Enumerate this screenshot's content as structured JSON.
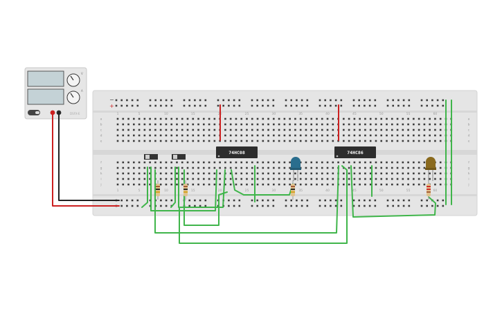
{
  "canvas": {
    "background": "#ffffff"
  },
  "power_supply": {
    "body_color": "#e6e6e6",
    "screen_color": "#c4d2d6",
    "knob_labels": [
      "V",
      "A"
    ],
    "model_text": "DSFX-E",
    "terminal_pos_color": "#cc1f1f",
    "terminal_neg_color": "#2a2a2a"
  },
  "breadboard": {
    "body_color": "#e5e5e5",
    "rail_plus": "+",
    "rail_minus": "−",
    "column_numbers": [
      "1",
      "5",
      "10",
      "15",
      "20",
      "25",
      "30",
      "35",
      "40",
      "45",
      "50",
      "55",
      "60"
    ],
    "row_letters_top": [
      "a",
      "b",
      "c",
      "d",
      "e"
    ],
    "row_letters_bottom": [
      "f",
      "g",
      "h",
      "i",
      "j"
    ]
  },
  "chips": [
    {
      "label": "74HC08"
    },
    {
      "label": "74HC86"
    }
  ],
  "leds": [
    {
      "color": "#2a6e8e",
      "name": "blue"
    },
    {
      "color": "#8a6a1e",
      "name": "amber"
    }
  ],
  "wire_colors": {
    "signal": "#3fb54a",
    "power": "#cc1f1f",
    "ground": "#222222"
  },
  "resistor_colors": {
    "body": "#e1c38e",
    "band1": "#a0522d",
    "band2": "#1a1a1a",
    "band3": "#d4a017"
  }
}
